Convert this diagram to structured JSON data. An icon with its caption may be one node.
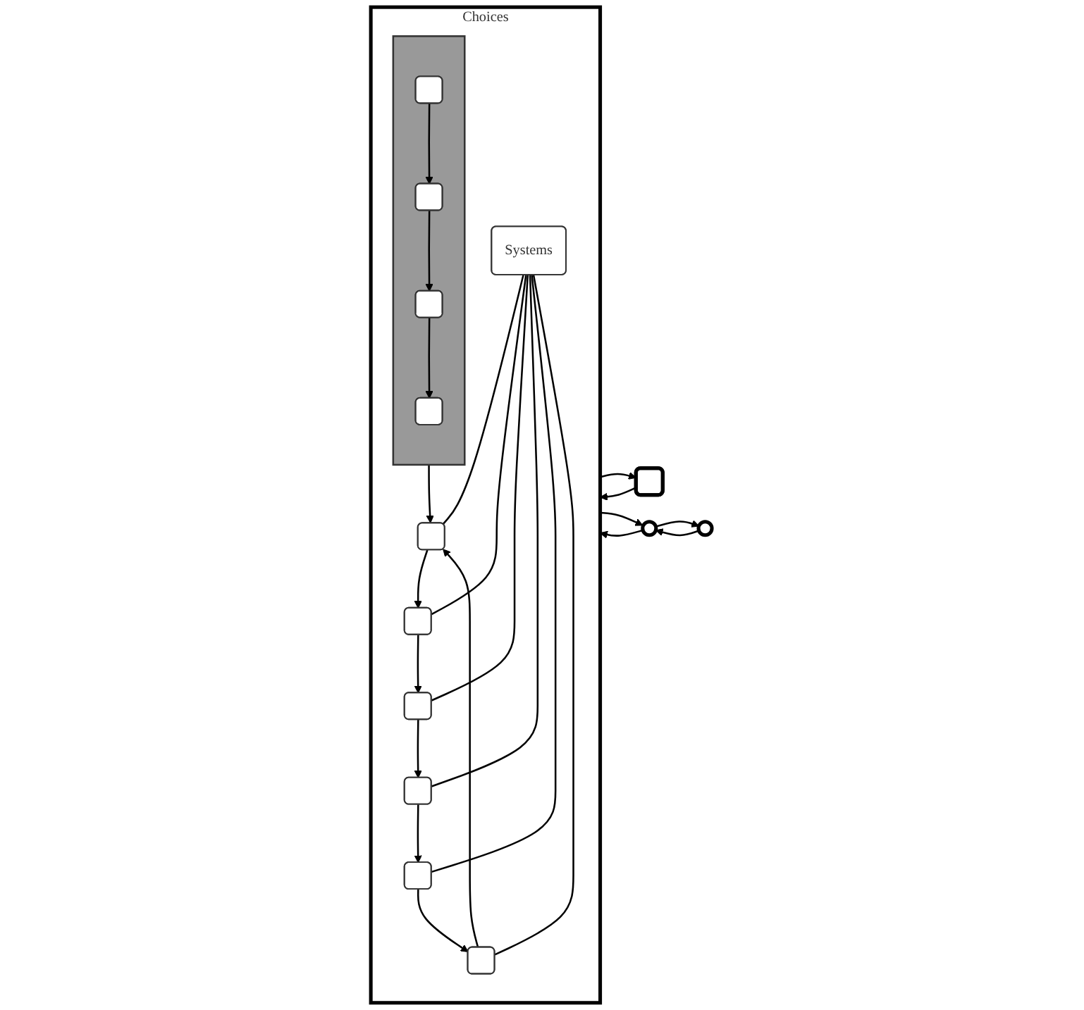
{
  "diagram": {
    "nodes": [
      {
        "text": [],
        "shape": "box"
      },
      {
        "text": [
          "Choices"
        ]
      },
      {
        "text": [],
        "shape": "box",
        "in": 1
      },
      {
        "text": [],
        "shape": "box",
        "in": 2
      },
      {
        "text": [],
        "shape": "box",
        "in": 2
      },
      {
        "text": [],
        "shape": "box",
        "in": 2
      },
      {
        "text": [],
        "shape": "box",
        "in": 2
      },
      {
        "text": [],
        "shape": "box",
        "in": 1
      },
      {
        "text": [],
        "shape": "box",
        "in": 1
      },
      {
        "text": [],
        "shape": "box",
        "in": 1
      },
      {
        "text": [],
        "shape": "box",
        "in": 1
      },
      {
        "text": [],
        "shape": "box",
        "in": 1
      },
      {
        "text": [],
        "shape": "box",
        "in": 1
      },
      {
        "text": [
          "Systems"
        ],
        "in": 1
      },
      {
        "text": [],
        "shape": "ellipse"
      },
      {
        "text": [],
        "shape": "ellipse"
      }
    ],
    "edges": [
      {
        "from": 0,
        "to": 1,
        "arrow": "to"
      },
      {
        "from": 1,
        "to": 0,
        "arrow": "to"
      },
      {
        "from": 3,
        "to": 4,
        "arrow": "to"
      },
      {
        "from": 4,
        "to": 5,
        "arrow": "to"
      },
      {
        "from": 5,
        "to": 6,
        "arrow": "to"
      },
      {
        "from": 2,
        "to": 7,
        "arrow": "to"
      },
      {
        "from": 7,
        "to": 8,
        "arrow": "to"
      },
      {
        "from": 8,
        "to": 9,
        "arrow": "to"
      },
      {
        "from": 9,
        "to": 10,
        "arrow": "to"
      },
      {
        "from": 10,
        "to": 11,
        "arrow": "to"
      },
      {
        "from": 11,
        "to": 12,
        "arrow": "to"
      },
      {
        "from": 12,
        "to": 7,
        "arrow": "to"
      },
      {
        "from": 13,
        "to": 7,
        "arrow": "none"
      },
      {
        "from": 13,
        "to": 8,
        "arrow": "none"
      },
      {
        "from": 13,
        "to": 9,
        "arrow": "none"
      },
      {
        "from": 13,
        "to": 10,
        "arrow": "none"
      },
      {
        "from": 13,
        "to": 11,
        "arrow": "none"
      },
      {
        "from": 13,
        "to": 12,
        "arrow": "none"
      },
      {
        "from": 1,
        "to": 14,
        "arrow": "to"
      },
      {
        "from": 14,
        "to": 1,
        "arrow": "to"
      },
      {
        "from": 14,
        "to": 15,
        "arrow": "to"
      },
      {
        "from": 15,
        "to": 14,
        "arrow": "to"
      }
    ]
  }
}
